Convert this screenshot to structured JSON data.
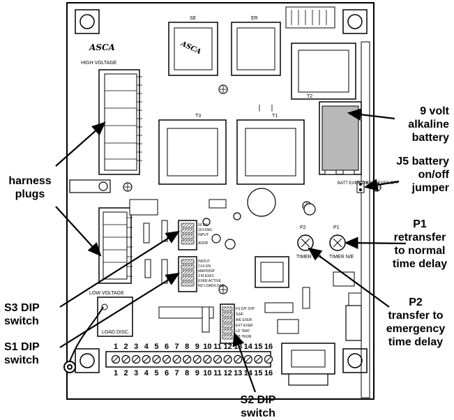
{
  "board": {
    "logo_main": "ASCA",
    "logo_relay_se": "ASCA",
    "high_voltage_label": "HIGH VOLTAGE",
    "low_voltage_label": "LOW VOLTAGE",
    "load_disc_label": "LOAD DISC.",
    "relay_se_label": "SE",
    "relay_er_label": "ER",
    "t1_label": "T1",
    "t2_label": "T2",
    "t3_label": "T3",
    "s1_legend": [
      "IN/OUT",
      "CLK EN",
      "MAP/DISP",
      "3 M EXEC",
      "EXER ACTIVE",
      "NO LOAD/LOAD"
    ],
    "s3_legend": [
      "50 CS",
      "110 ENG",
      "INPUT",
      "ADDR"
    ],
    "s2_legend": [
      "FS D/F SVP",
      "SS/F",
      "A/E EXER",
      "EXT EXER",
      "LD TRAT",
      "SB TRUM"
    ],
    "battery_jumper_labels": [
      "BATT EXER ON",
      "BATT EXER OFF"
    ],
    "p1_label": "P1",
    "p2_label": "P2",
    "p1_dial": "TIMER N/E",
    "p2_dial": "TIMER E/N",
    "terminal_numbers": [
      "1",
      "2",
      "3",
      "4",
      "5",
      "6",
      "7",
      "8",
      "9",
      "10",
      "11",
      "12",
      "13",
      "14",
      "15",
      "16"
    ]
  },
  "callouts": {
    "battery": [
      "9 volt",
      "alkaline",
      "battery"
    ],
    "j5": [
      "J5 battery",
      "on/off",
      "jumper"
    ],
    "harness": [
      "harness",
      "plugs"
    ],
    "p1": [
      "P1",
      "retransfer",
      "to normal",
      "time delay"
    ],
    "p2": [
      "P2",
      "transfer to",
      "emergency",
      "time delay"
    ],
    "s3": [
      "S3 DIP",
      "switch"
    ],
    "s1": [
      "S1 DIP",
      "switch"
    ],
    "s2": [
      "S2 DIP",
      "switch"
    ]
  }
}
